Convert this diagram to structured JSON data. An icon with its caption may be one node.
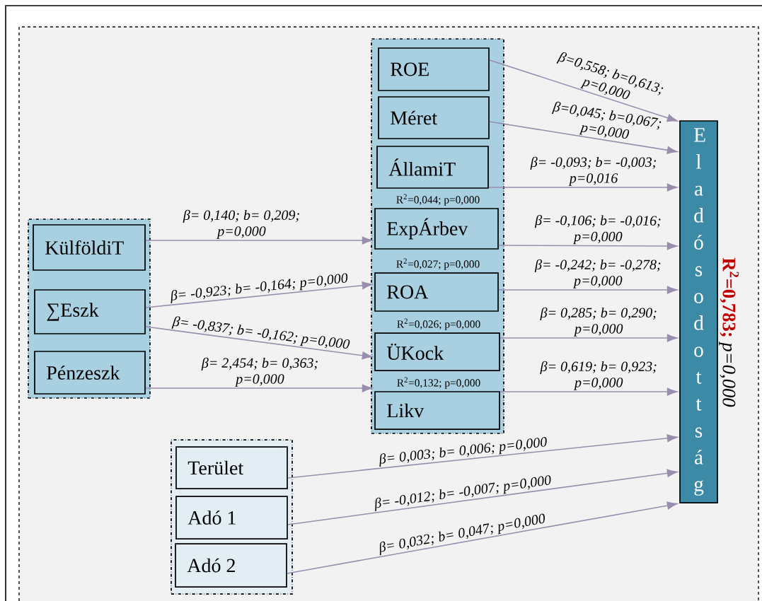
{
  "diagram": {
    "nodes": [
      {
        "text": [],
        "shape": "box"
      },
      {
        "text": [
          "KülföldiT"
        ],
        "in": 0
      },
      {
        "text": [
          "∑Eszk"
        ],
        "in": 0
      },
      {
        "text": [
          "Pénzeszk"
        ],
        "in": 0
      },
      {
        "text": [],
        "shape": "box"
      },
      {
        "text": [
          "ROE"
        ],
        "in": 4
      },
      {
        "text": [
          "Méret"
        ],
        "in": 4
      },
      {
        "text": [
          "ÁllamiT"
        ],
        "in": 4
      },
      {
        "text": [
          "ExpÁrbev"
        ],
        "in": 4,
        "beside": [
          "R$^{2}$=0,044; p=0,000"
        ]
      },
      {
        "text": [
          "ROA"
        ],
        "in": 4,
        "beside": [
          "R$^{2}$=0,027; p=0,000"
        ]
      },
      {
        "text": [
          "ÜKock"
        ],
        "in": 4,
        "beside": [
          "R$^{2}$=0,026; p=0,000"
        ]
      },
      {
        "text": [
          "Likv"
        ],
        "in": 4,
        "beside": [
          "R$^{2}$=0,132; p=0,000"
        ]
      },
      {
        "text": [],
        "shape": "box"
      },
      {
        "text": [
          "Terület"
        ],
        "in": 12
      },
      {
        "text": [
          "Adó 1"
        ],
        "in": 12
      },
      {
        "text": [
          "Adó 2"
        ],
        "in": 12
      },
      {
        "text": [
          "Eladósodottság"
        ],
        "beside": [
          "R$^{2}$=0,783;",
          "p=0,000"
        ]
      }
    ],
    "edges": [
      {
        "from": 1,
        "to": 8,
        "arrow": "to",
        "label": "β= 0,140; b= 0,209; p=0,000"
      },
      {
        "from": 2,
        "to": 9,
        "arrow": "to",
        "label": "β= -0,923; b= -0,164; p=0,000"
      },
      {
        "from": 2,
        "to": 10,
        "arrow": "to",
        "label": "β= -0,837; b= -0,162; p=0,000"
      },
      {
        "from": 3,
        "to": 11,
        "arrow": "to",
        "label": "β= 2,454; b= 0,363; p=0,000"
      },
      {
        "from": 5,
        "to": 16,
        "arrow": "to",
        "label": "β=0,558; b=0,613; p=0,000"
      },
      {
        "from": 6,
        "to": 16,
        "arrow": "to",
        "label": "β=0,045; b=0,067; p=0,000"
      },
      {
        "from": 7,
        "to": 16,
        "arrow": "to",
        "label": "β= -0,093; b= -0,003; p=0,016"
      },
      {
        "from": 8,
        "to": 16,
        "arrow": "to",
        "label": "β= -0,106; b= -0,016; p=0,000"
      },
      {
        "from": 9,
        "to": 16,
        "arrow": "to",
        "label": "β= -0,242; b= -0,278; p=0,000"
      },
      {
        "from": 10,
        "to": 16,
        "arrow": "to",
        "label": "β= 0,285; b= 0,290; p=0,000"
      },
      {
        "from": 11,
        "to": 16,
        "arrow": "to",
        "label": "β= 0,619; b= 0,923; p=0,000"
      },
      {
        "from": 13,
        "to": 16,
        "arrow": "to",
        "label": "β= 0,003; b= 0,006; p=0,000"
      },
      {
        "from": 14,
        "to": 16,
        "arrow": "to",
        "label": "β= -0,012; b= -0,007; p=0,000"
      },
      {
        "from": 15,
        "to": 16,
        "arrow": "to",
        "label": "β= 0,032; b= 0,047; p=0,000"
      }
    ]
  }
}
